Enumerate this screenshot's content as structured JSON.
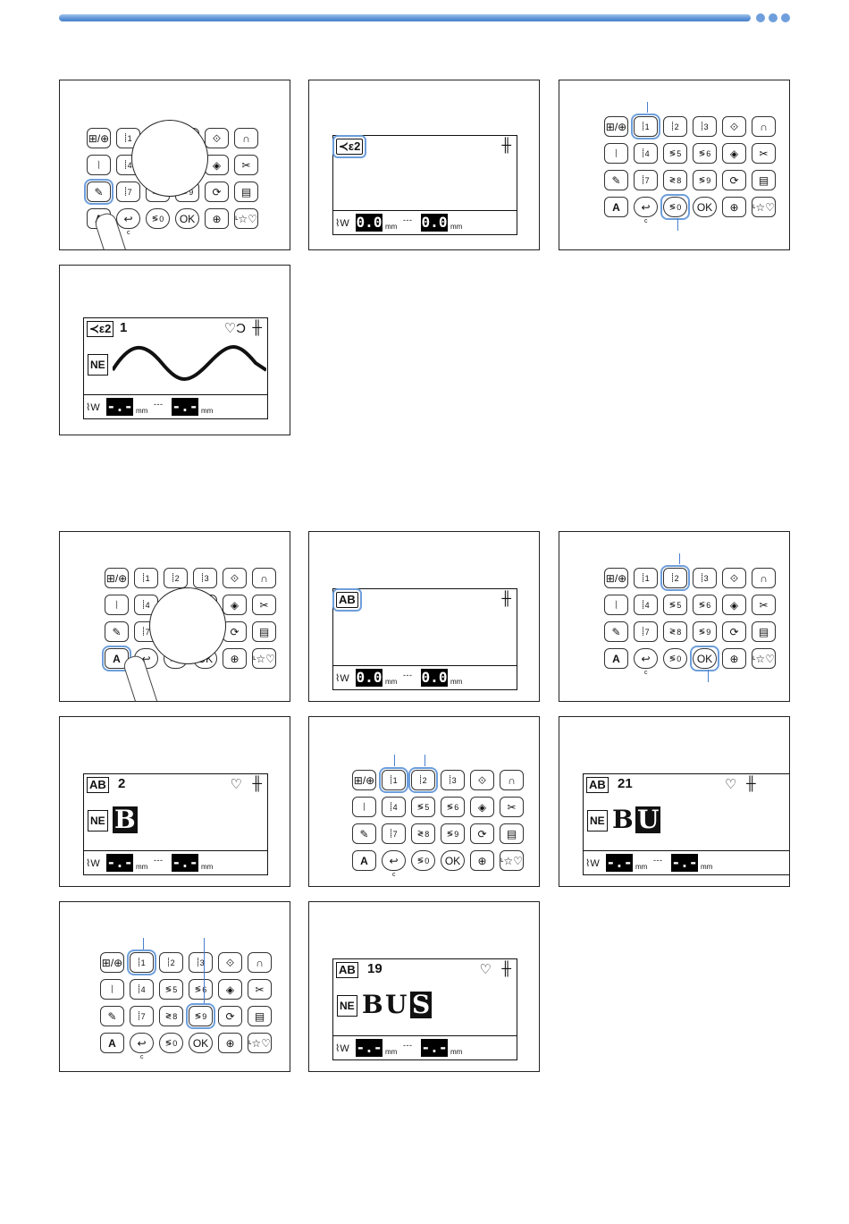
{
  "keypad": {
    "rows": [
      [
        {
          "n": "memory-key",
          "l": "⊞/⊕"
        },
        {
          "n": "key-1",
          "i": "⸽",
          "l": "1"
        },
        {
          "n": "key-2",
          "i": "⸽",
          "l": "2"
        },
        {
          "n": "key-3",
          "i": "⸽",
          "l": "3"
        },
        {
          "n": "needle-position-key",
          "l": "⟐"
        },
        {
          "n": "reverse-key",
          "l": "∩"
        }
      ],
      [
        {
          "n": "stitch-key",
          "l": "⦚"
        },
        {
          "n": "key-4",
          "i": "⸽",
          "l": "4"
        },
        {
          "n": "key-5",
          "i": "≶",
          "l": "5"
        },
        {
          "n": "key-6",
          "i": "≶",
          "l": "6"
        },
        {
          "n": "edit-key",
          "l": "◈"
        },
        {
          "n": "scissors-key",
          "l": "✂"
        }
      ],
      [
        {
          "n": "decorative-key",
          "l": "✎"
        },
        {
          "n": "key-7",
          "i": "⸽",
          "l": "7"
        },
        {
          "n": "key-8",
          "i": "≷",
          "l": "8"
        },
        {
          "n": "key-9",
          "i": "≶",
          "l": "9"
        },
        {
          "n": "repeat-key",
          "l": "⟳"
        },
        {
          "n": "list-key",
          "l": "▤"
        }
      ],
      [
        {
          "n": "alpha-key",
          "l": "A"
        },
        {
          "n": "back-key",
          "l": "↩"
        },
        {
          "n": "key-0",
          "i": "≶",
          "l": "0"
        },
        {
          "n": "ok-key",
          "l": "OK"
        },
        {
          "n": "tie-key",
          "l": "⊕"
        },
        {
          "n": "character-key",
          "l": "ᶫ☆♡"
        }
      ]
    ],
    "c_label": "c"
  },
  "lcd": {
    "mode_decor": "≺ε2",
    "mode_alpha": "AB",
    "needle_icon": "╫",
    "heart_icon": "♡",
    "heart_c_icon": "♡Ɔ",
    "width_icon": "⌇W",
    "length_icon": "- - -",
    "zero_value": "0.0",
    "dash_value": "-.-",
    "unit": "mm",
    "mirror_icon": "NE",
    "panel4_num": "1",
    "panel8_num": "2",
    "panel10_num": "21",
    "panel12_num": "19",
    "letter_b": "B",
    "letter_u": "U",
    "letter_s": "S"
  }
}
